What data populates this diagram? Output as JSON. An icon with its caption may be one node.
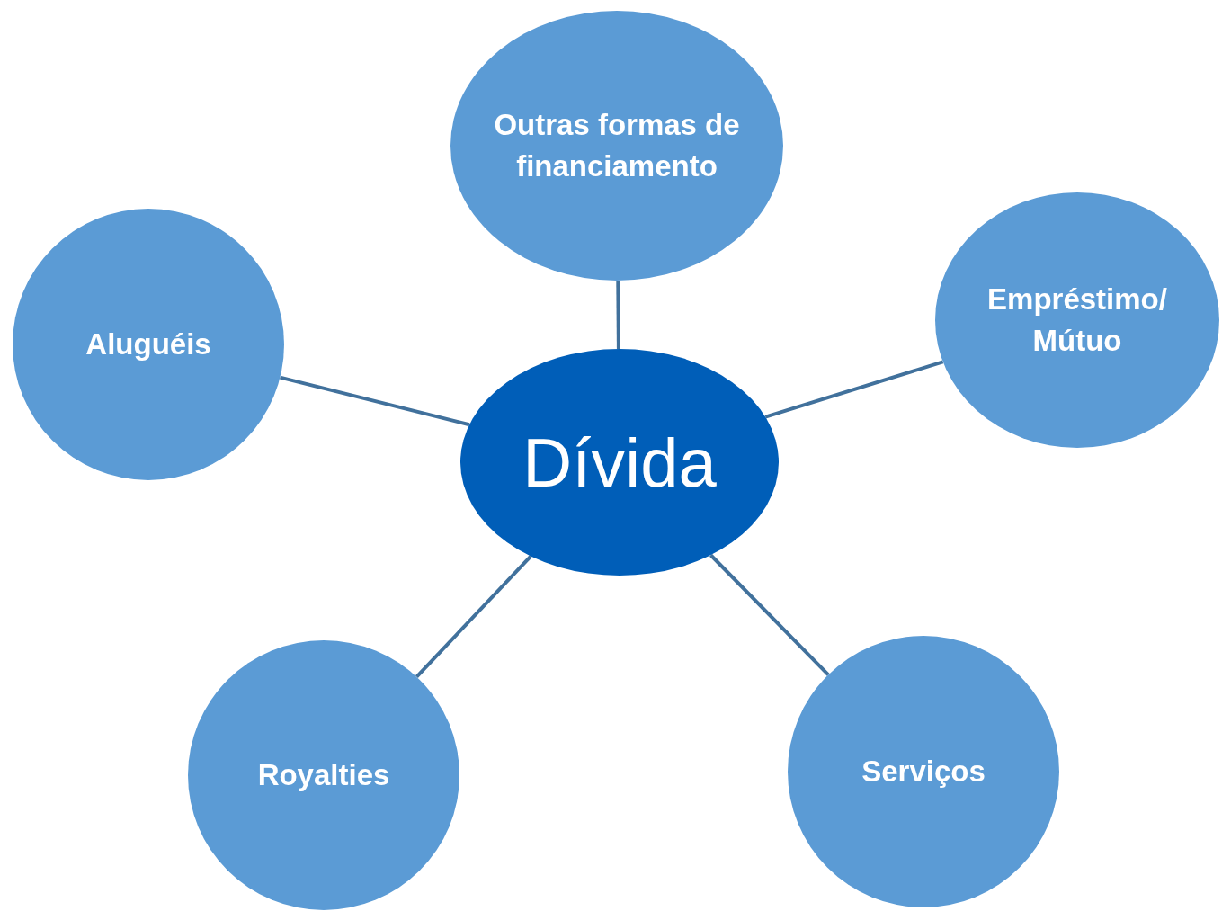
{
  "diagram": {
    "nodes": [
      {
        "text": [
          "Dívida"
        ]
      },
      {
        "text": [
          "Outras formas de financiamento"
        ]
      },
      {
        "text": [
          "Aluguéis"
        ]
      },
      {
        "text": [
          "Empréstimo/ Mútuo"
        ]
      },
      {
        "text": [
          "Royalties"
        ]
      },
      {
        "text": [
          "Serviços"
        ]
      }
    ],
    "edges": [
      {
        "from": 0,
        "to": 1,
        "arrow": "none"
      },
      {
        "from": 0,
        "to": 2,
        "arrow": "none"
      },
      {
        "from": 0,
        "to": 3,
        "arrow": "none"
      },
      {
        "from": 0,
        "to": 4,
        "arrow": "none"
      },
      {
        "from": 0,
        "to": 5,
        "arrow": "none"
      }
    ]
  }
}
